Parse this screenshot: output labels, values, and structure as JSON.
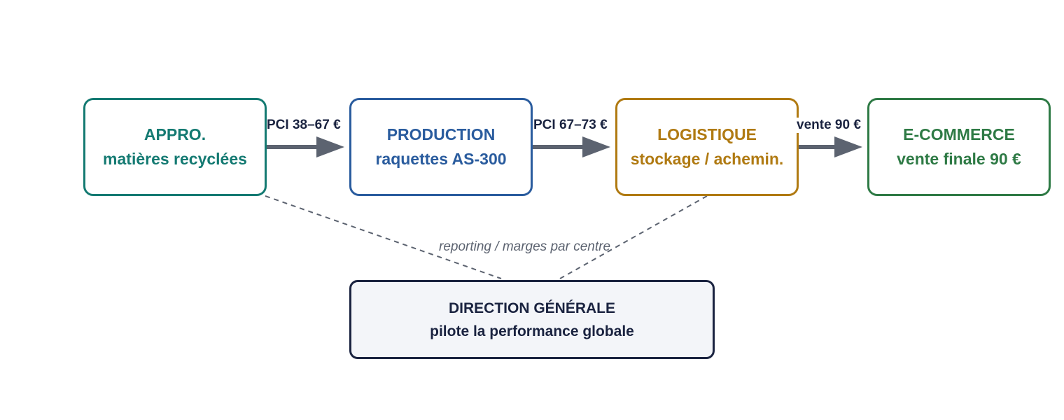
{
  "colors": {
    "teal": "#147a72",
    "blue": "#2a5c9e",
    "amber": "#b07a12",
    "green": "#2e7a45",
    "navy": "#1a2340",
    "arrow": "#5c6370",
    "direction_fill": "#f3f5f9"
  },
  "nodes": {
    "appro": {
      "line1": "APPRO.",
      "line2": "matières recyclées"
    },
    "production": {
      "line1": "PRODUCTION",
      "line2": "raquettes AS-300"
    },
    "logistique": {
      "line1": "LOGISTIQUE",
      "line2": "stockage / achemin."
    },
    "ecommerce": {
      "line1": "E-COMMERCE",
      "line2": "vente finale 90 €"
    },
    "direction": {
      "line1": "DIRECTION GÉNÉRALE",
      "line2": "pilote la performance globale"
    }
  },
  "edges": {
    "appro_to_production": "PCI 38–67 €",
    "production_to_logistique": "PCI 67–73 €",
    "logistique_to_ecommerce": "vente 90 €",
    "reporting": "reporting / marges par centre"
  }
}
